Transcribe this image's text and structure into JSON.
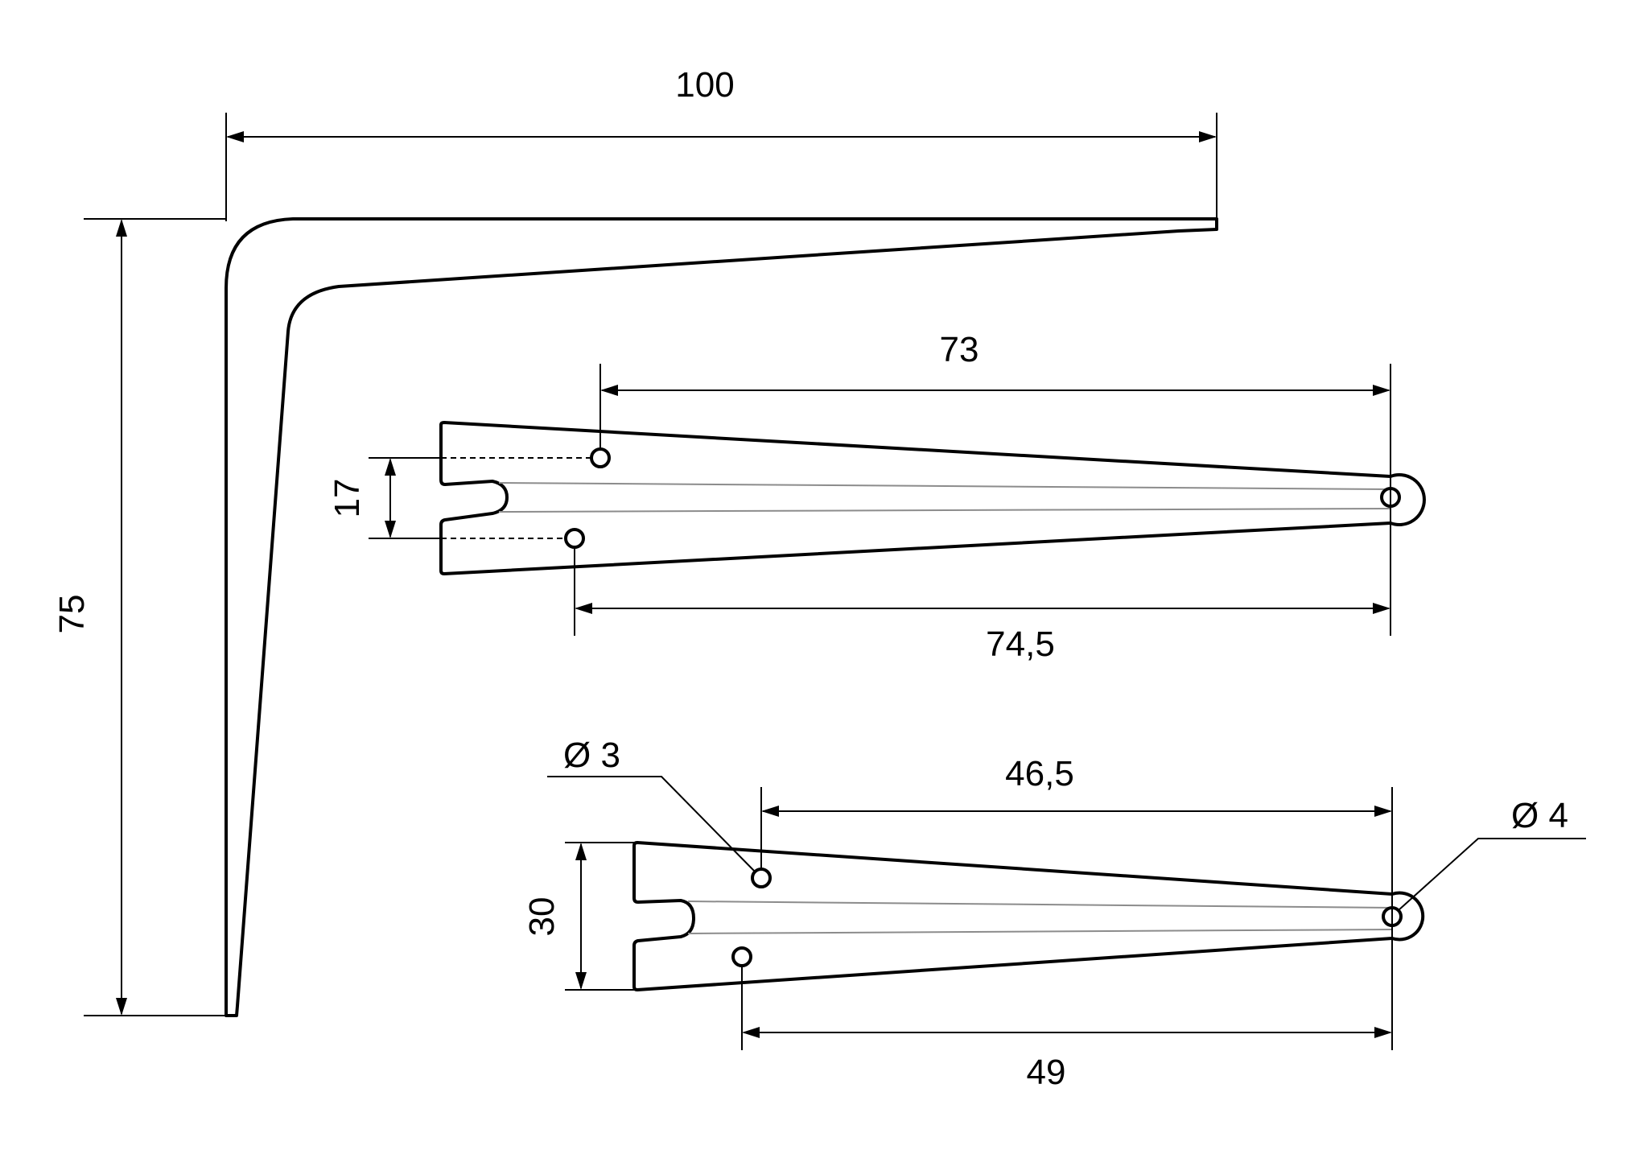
{
  "drawing": {
    "side_view": {
      "width_label": "100",
      "height_label": "75"
    },
    "large_arm": {
      "hole_spacing_label": "17",
      "top_hole_to_pivot_label": "73",
      "bottom_hole_to_pivot_label": "74,5"
    },
    "small_arm": {
      "small_hole_diameter_label": "Ø 3",
      "large_hole_diameter_label": "Ø 4",
      "top_hole_to_pivot_label": "46,5",
      "bottom_hole_to_pivot_label": "49",
      "height_label": "30"
    }
  }
}
